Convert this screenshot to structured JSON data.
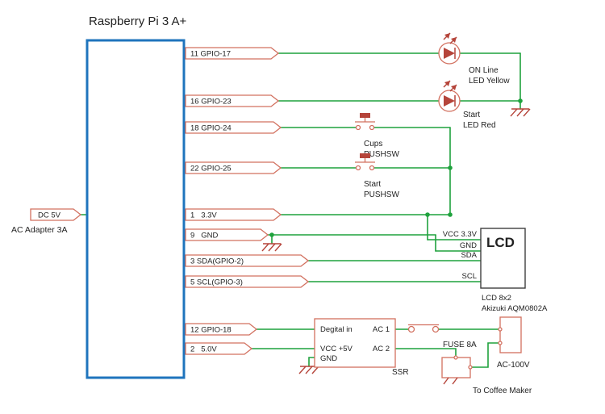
{
  "title": "Raspberry Pi 3 A+",
  "colors": {
    "wire": "#1fa23d",
    "part": "#d2705f",
    "part_dark": "#b5443a",
    "board": "#1f74bd",
    "ink": "#222222"
  },
  "power_input": {
    "flag": "DC 5V",
    "caption": "AC Adapter 3A"
  },
  "gpio_flags": [
    {
      "label": "11 GPIO-17"
    },
    {
      "label": "16 GPIO-23"
    },
    {
      "label": "18 GPIO-24"
    },
    {
      "label": "22 GPIO-25"
    },
    {
      "label": "1   3.3V"
    },
    {
      "label": "9   GND"
    },
    {
      "label": "3 SDA(GPIO-2)"
    },
    {
      "label": "5 SCL(GPIO-3)"
    },
    {
      "label": "12 GPIO-18"
    },
    {
      "label": "2   5.0V"
    }
  ],
  "leds": [
    {
      "name": "ON Line",
      "color": "LED Yellow"
    },
    {
      "name": "Start",
      "color": "LED Red"
    }
  ],
  "switches": [
    {
      "name": "Cups",
      "type": "PUSHSW"
    },
    {
      "name": "Start",
      "type": "PUSHSW"
    }
  ],
  "lcd": {
    "title": "LCD",
    "pin_vcc": "VCC 3.3V",
    "pin_gnd": "GND",
    "pin_sda": "SDA",
    "pin_scl": "SCL",
    "caption_line1": "LCD 8x2",
    "caption_line2": "Akizuki AQM0802A"
  },
  "ssr": {
    "pin_in": "Degital in",
    "pin_vcc": "VCC +5V",
    "pin_gnd": "GND",
    "pin_ac1": "AC 1",
    "pin_ac2": "AC 2",
    "label": "SSR"
  },
  "fuse": {
    "label": "FUSE 8A"
  },
  "outlet": {
    "label": "AC-100V"
  },
  "load": {
    "label": "To Coffee Maker"
  }
}
